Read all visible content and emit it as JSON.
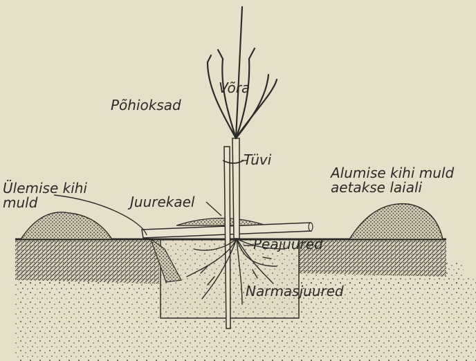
{
  "labels": {
    "vora": "Võra",
    "pohioksad": "Põhioksad",
    "tuvi": "Tüvi",
    "alumise_line1": "Alumise kihi muld",
    "alumise_line2": "aetakse laiali",
    "ulemise_line1": "Ülemise kihi",
    "ulemise_line2": "muld",
    "juurekael": "Juurekael",
    "peajuured": "Peajuured",
    "narmasjuured": "Narmasjuured"
  },
  "colors": {
    "paper": "#e6e0cb",
    "ink": "#2b2a26"
  }
}
